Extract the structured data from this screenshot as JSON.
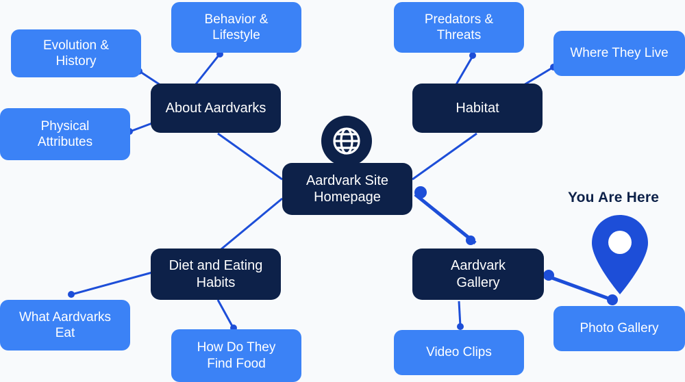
{
  "diagram": {
    "type": "mind-map",
    "background_color": "#f8fafc",
    "accent_colors": {
      "primary_dark": "#0d2149",
      "primary_blue": "#3b82f6",
      "edge": "#1d4ed8"
    },
    "center": {
      "label": "Aardvark Site Homepage",
      "line1": "Aardvark Site",
      "line2": "Homepage",
      "icon": "globe-icon"
    },
    "branches": [
      {
        "id": "about",
        "label": "About Aardvarks",
        "children": [
          {
            "id": "evolution",
            "line1": "Evolution &",
            "line2": "History"
          },
          {
            "id": "behavior",
            "line1": "Behavior &",
            "line2": "Lifestyle"
          },
          {
            "id": "physical",
            "line1": "Physical",
            "line2": "Attributes"
          }
        ]
      },
      {
        "id": "habitat",
        "label": "Habitat",
        "children": [
          {
            "id": "predators",
            "line1": "Predators &",
            "line2": "Threats"
          },
          {
            "id": "where",
            "line1": "Where They Live",
            "line2": ""
          }
        ]
      },
      {
        "id": "diet",
        "label": "Diet and Eating Habits",
        "line1": "Diet and Eating",
        "line2": "Habits",
        "children": [
          {
            "id": "what-eat",
            "line1": "What Aardvarks",
            "line2": "Eat"
          },
          {
            "id": "find-food",
            "line1": "How Do They",
            "line2": "Find Food"
          }
        ]
      },
      {
        "id": "gallery",
        "label": "Aardvark Gallery",
        "line1": "Aardvark",
        "line2": "Gallery",
        "children": [
          {
            "id": "video",
            "line1": "Video Clips",
            "line2": ""
          },
          {
            "id": "photo",
            "line1": "Photo Gallery",
            "line2": ""
          }
        ]
      }
    ],
    "marker": {
      "label": "You Are Here",
      "icon": "map-pin-icon",
      "target": "photo"
    }
  }
}
